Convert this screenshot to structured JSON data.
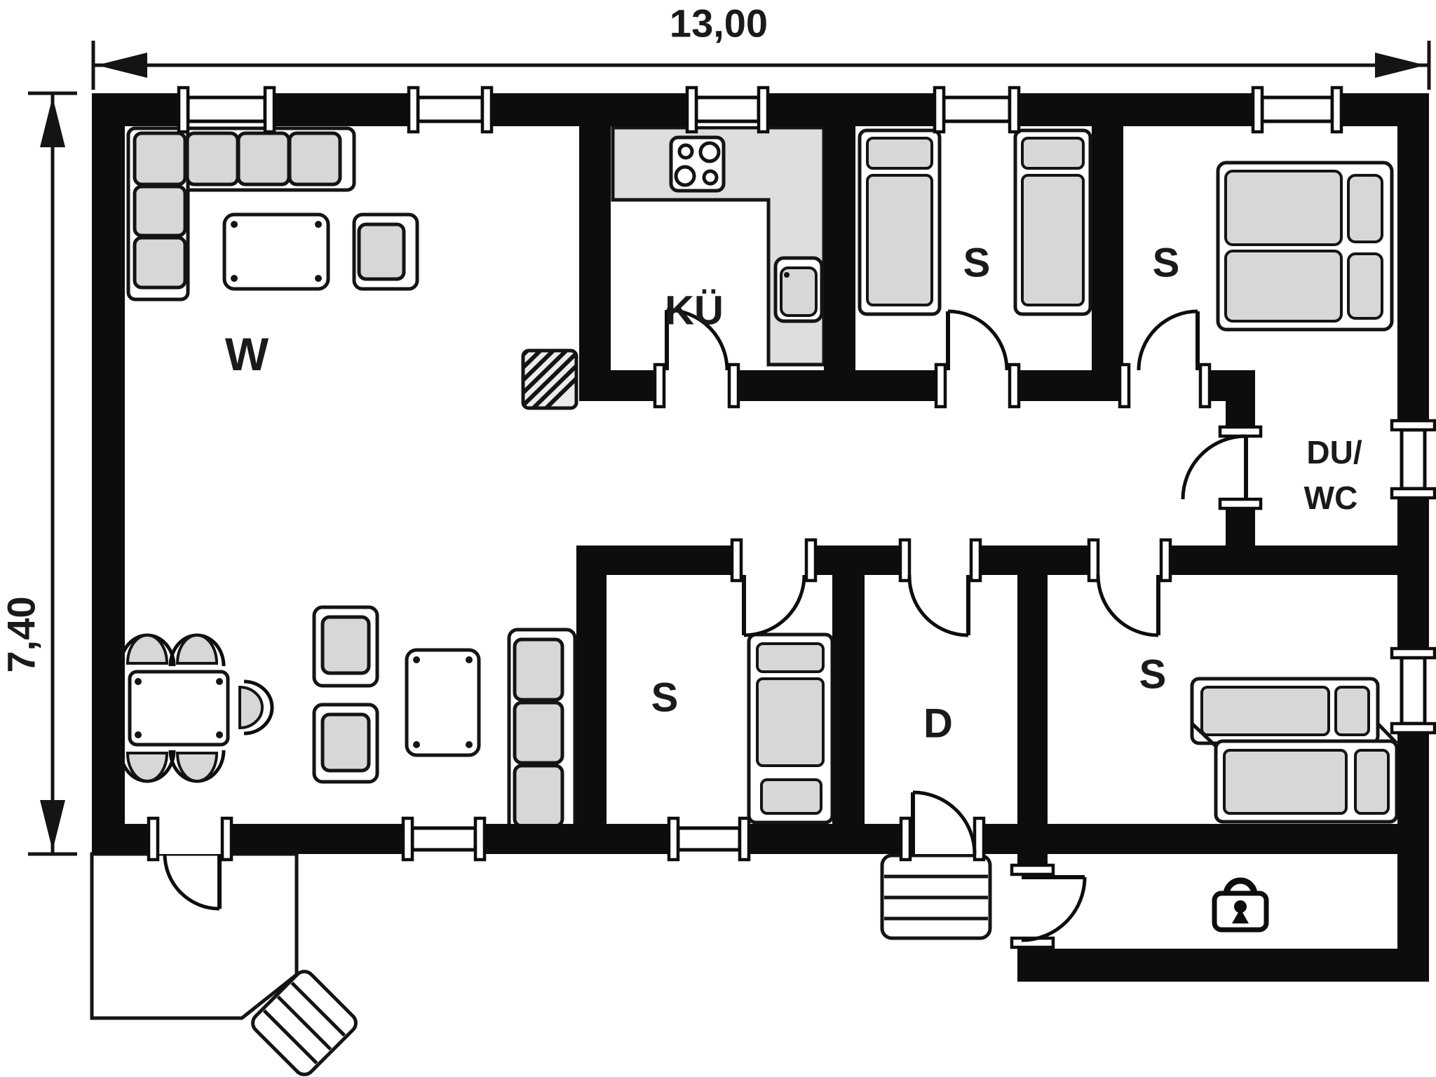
{
  "page_title": "house-floor-plan",
  "dimensions": {
    "width": "13,00",
    "height": "7,40"
  },
  "rooms": {
    "living": {
      "label": "W"
    },
    "kitchen": {
      "label": "KÜ"
    },
    "bedroom_top_left": {
      "label": "S"
    },
    "bedroom_top_right": {
      "label": "S"
    },
    "shower_wc": {
      "line1": "DU/",
      "line2": "WC"
    },
    "bedroom_bottom_left": {
      "label": "S"
    },
    "dressing": {
      "label": "D"
    },
    "bedroom_bottom_right": {
      "label": "S"
    }
  },
  "icons": {
    "lock": "padlock-icon",
    "stove": "stove-4-burners-icon",
    "sink": "kitchen-sink-icon",
    "chimney": "hatched-chimney-icon",
    "stairs": "diagonal-stairs-icon",
    "steps": "exterior-steps-icon"
  },
  "colors": {
    "wall": "#0d0d0d",
    "background": "#ffffff",
    "furniture_fill": "#d7d7d7",
    "counter_fill": "#dedede",
    "line": "#141414"
  }
}
